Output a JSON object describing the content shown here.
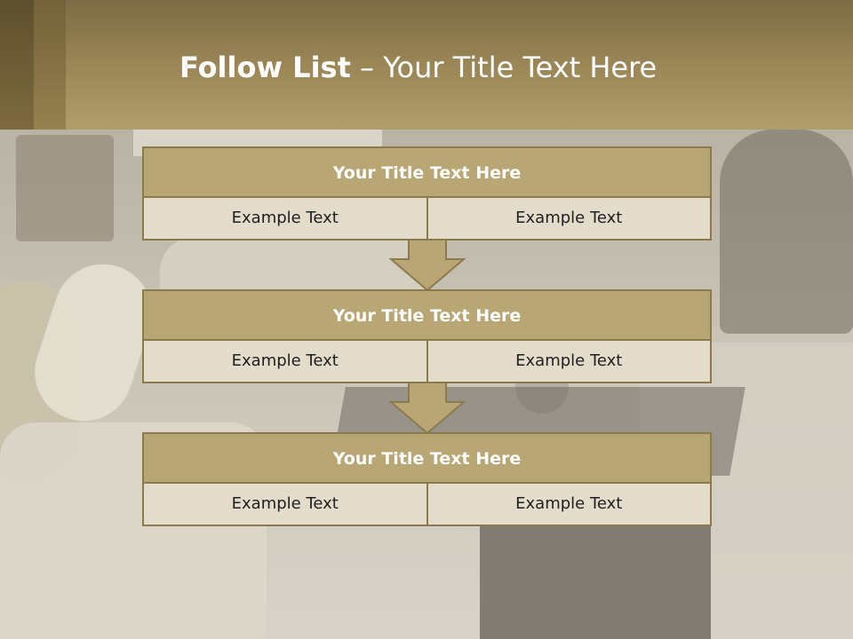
{
  "slide": {
    "title_bold": "Follow List",
    "title_rest": " – Your Title Text Here"
  },
  "steps": [
    {
      "title": "Your Title Text Here",
      "left": "Example Text",
      "right": "Example Text"
    },
    {
      "title": "Your Title Text Here",
      "left": "Example Text",
      "right": "Example Text"
    },
    {
      "title": "Your Title Text Here",
      "left": "Example Text",
      "right": "Example Text"
    }
  ],
  "colors": {
    "header": "#9a8656",
    "block_title": "#b9a675",
    "block_border": "#8a7a4e",
    "cell_bg": "#e4dccb",
    "arrow": "#b9a675"
  },
  "icons": [
    "down-arrow-icon",
    "down-arrow-icon"
  ]
}
